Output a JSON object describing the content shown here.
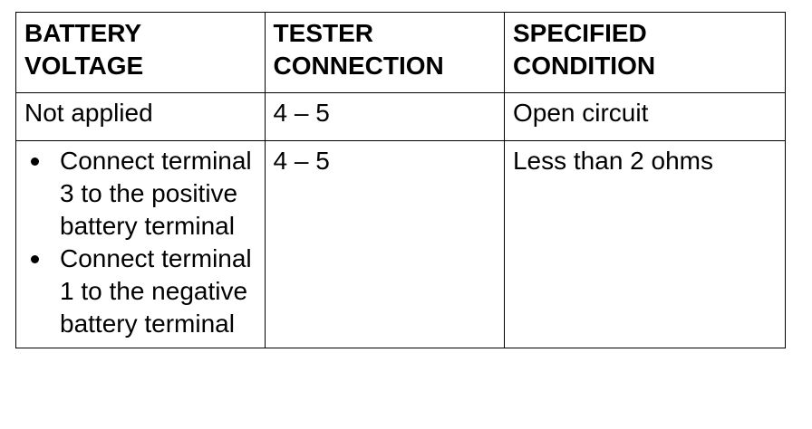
{
  "table": {
    "headers": [
      {
        "line1": "BATTERY",
        "line2": "VOLTAGE"
      },
      {
        "line1": "TESTER",
        "line2": "CONNECTION"
      },
      {
        "line1": "SPECIFIED",
        "line2": "CONDITION"
      }
    ],
    "rows": [
      {
        "battery_voltage": "Not applied",
        "tester_connection": "4 – 5",
        "specified_condition": "Open circuit"
      },
      {
        "battery_voltage_items": [
          "Connect terminal 3 to the positive battery terminal",
          "Connect terminal 1 to the negative battery terminal"
        ],
        "tester_connection": "4 – 5",
        "specified_condition": "Less than 2 ohms"
      }
    ]
  }
}
